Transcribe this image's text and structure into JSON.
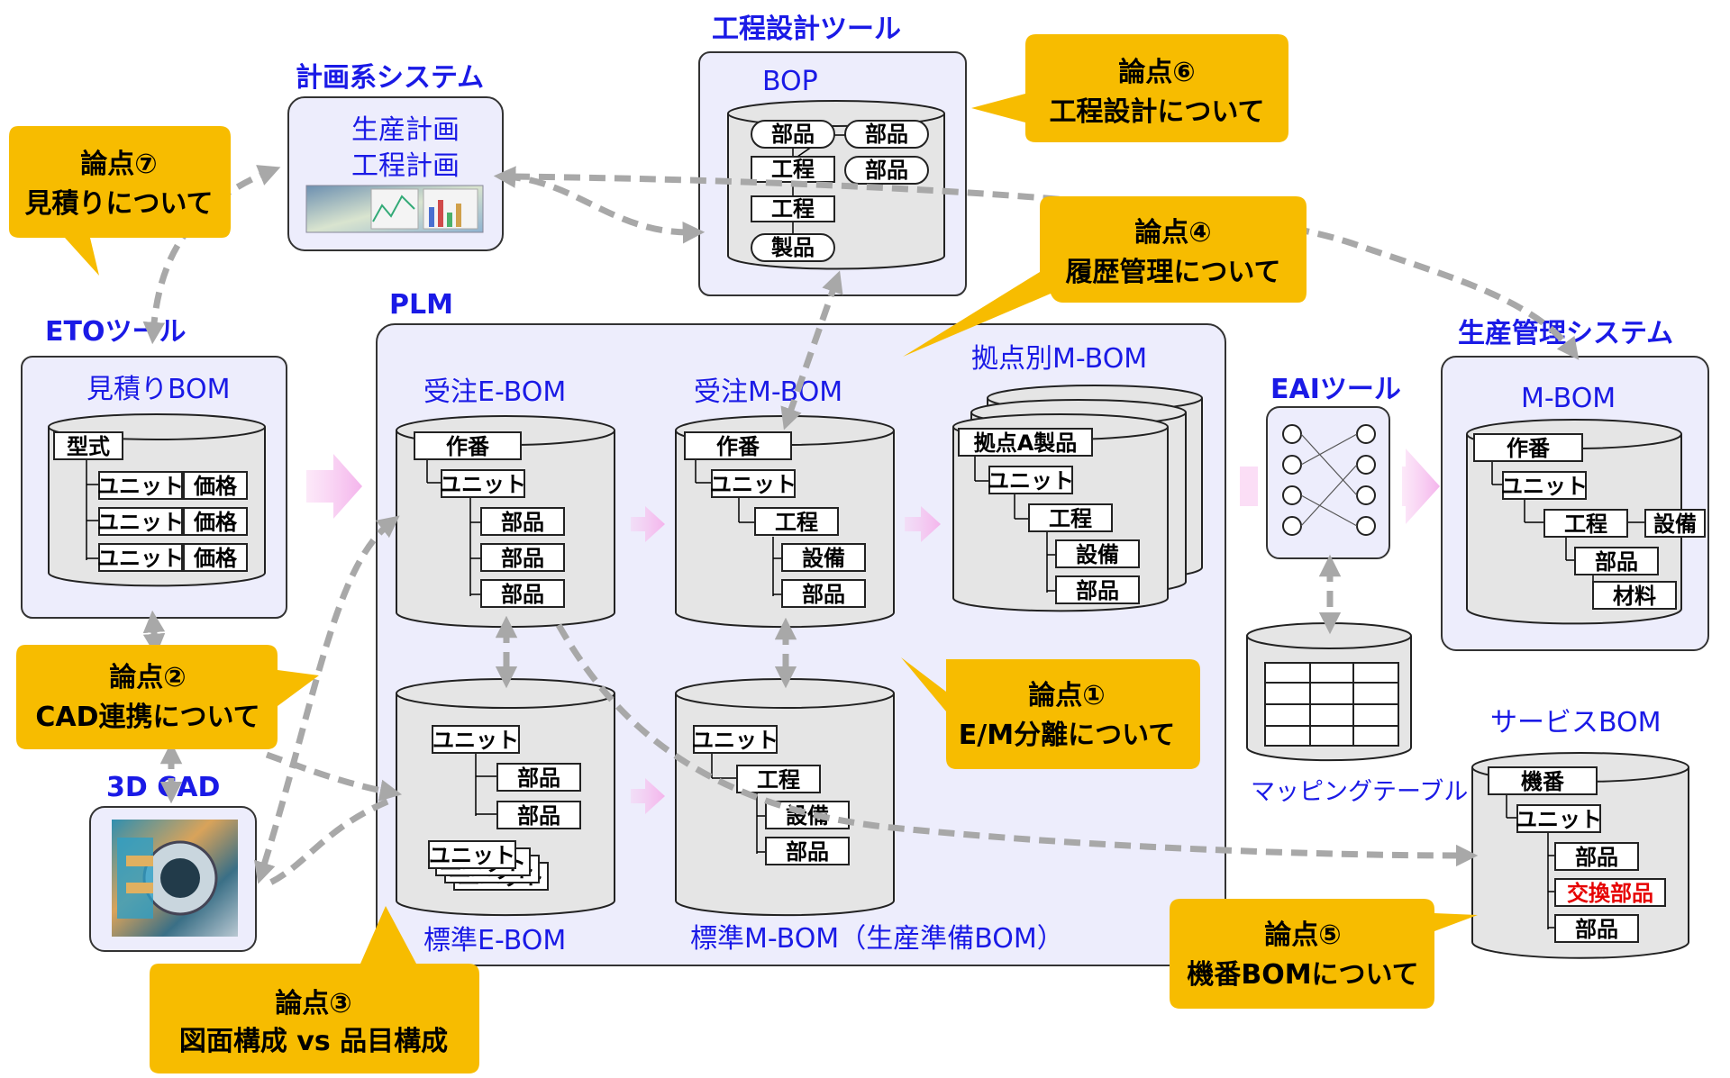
{
  "colors": {
    "title_blue": "#1a1ae6",
    "panel_fill": "#ededfc",
    "callout_fill": "#f7bc00",
    "cylinder_fill": "#e5e5e5",
    "arrow_gray": "#a8a8a8",
    "arrow_pink": "#f8c8f0",
    "highlight_red": "#e60000"
  },
  "titles": {
    "process_design_tool": "工程設計ツール",
    "planning_system": "計画系システム",
    "eto_tool": "ETOツール",
    "plm": "PLM",
    "eai_tool": "EAIツール",
    "production_mgmt": "生産管理システム",
    "cad_3d": "3D CAD"
  },
  "bop": {
    "label": "BOP",
    "items": [
      "部品",
      "部品",
      "工程",
      "部品",
      "工程",
      "製品"
    ]
  },
  "planning": {
    "line1": "生産計画",
    "line2": "工程計画"
  },
  "estimate_bom": {
    "label": "見積りBOM",
    "root": "型式",
    "rows": [
      [
        "ユニット",
        "価格"
      ],
      [
        "ユニット",
        "価格"
      ],
      [
        "ユニット",
        "価格"
      ]
    ]
  },
  "order_ebom": {
    "label": "受注E-BOM",
    "items": [
      "作番",
      "ユニット",
      "部品",
      "部品",
      "部品"
    ]
  },
  "order_mbom": {
    "label": "受注M-BOM",
    "items": [
      "作番",
      "ユニット",
      "工程",
      "設備",
      "部品"
    ]
  },
  "site_mbom": {
    "label": "拠点別M-BOM",
    "items": [
      "拠点A製品",
      "ユニット",
      "工程",
      "設備",
      "部品"
    ]
  },
  "std_ebom": {
    "label": "標準E-BOM",
    "items": [
      "ユニット",
      "部品",
      "部品",
      "ユニット"
    ],
    "stack_ghost": "ユニット"
  },
  "std_mbom": {
    "label": "標準M-BOM（生産準備BOM）",
    "items": [
      "ユニット",
      "工程",
      "設備",
      "部品"
    ]
  },
  "prod_mbom": {
    "label": "M-BOM",
    "items": [
      "作番",
      "ユニット",
      "工程",
      "設備",
      "部品",
      "材料"
    ]
  },
  "mapping_table": {
    "label": "マッピングテーブル"
  },
  "service_bom": {
    "label": "サービスBOM",
    "items": [
      "機番",
      "ユニット",
      "部品",
      "交換部品",
      "部品"
    ]
  },
  "callouts": {
    "c1": {
      "line1": "論点①",
      "line2": "E/M分離について"
    },
    "c2": {
      "line1": "論点②",
      "line2": "CAD連携について"
    },
    "c3": {
      "line1": "論点③",
      "line2": "図面構成 vs 品目構成"
    },
    "c4": {
      "line1": "論点④",
      "line2": "履歴管理について"
    },
    "c5": {
      "line1": "論点⑤",
      "line2": "機番BOMについて"
    },
    "c6": {
      "line1": "論点⑥",
      "line2": "工程設計について"
    },
    "c7": {
      "line1": "論点⑦",
      "line2": "見積りについて"
    }
  }
}
